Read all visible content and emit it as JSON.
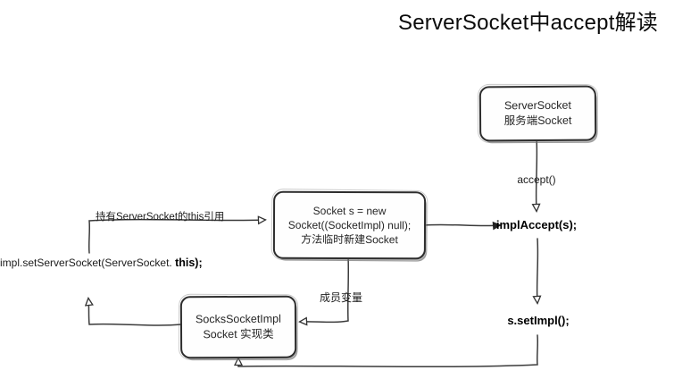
{
  "title": "ServerSocket中accept解读",
  "nodes": {
    "server_socket": {
      "lines": [
        "ServerSocket",
        "服务端Socket"
      ]
    },
    "socket_new": {
      "lines": [
        "Socket s = new",
        "Socket((SocketImpl) null);",
        "方法临时新建Socket"
      ]
    },
    "socks_impl": {
      "lines": [
        "SocksSocketImpl",
        "Socket 实现类"
      ]
    }
  },
  "edges": {
    "accept": "accept()",
    "impl_accept": "implAccept(s);",
    "s_set_impl": "s.setImpl();",
    "this_reference": "持有ServerSocket的this引用",
    "set_server_socket_line1": "impl.setServerSocket(ServerSocket.",
    "set_server_socket_line2": "this);",
    "member_variable": "成员变量"
  },
  "colors": {
    "background": "#ffffff",
    "stroke": "#3b3b3b",
    "box_border": "#2d2d2d",
    "text": "#262626",
    "bold_text": "#000000",
    "shadow": "#7d7d7d"
  }
}
